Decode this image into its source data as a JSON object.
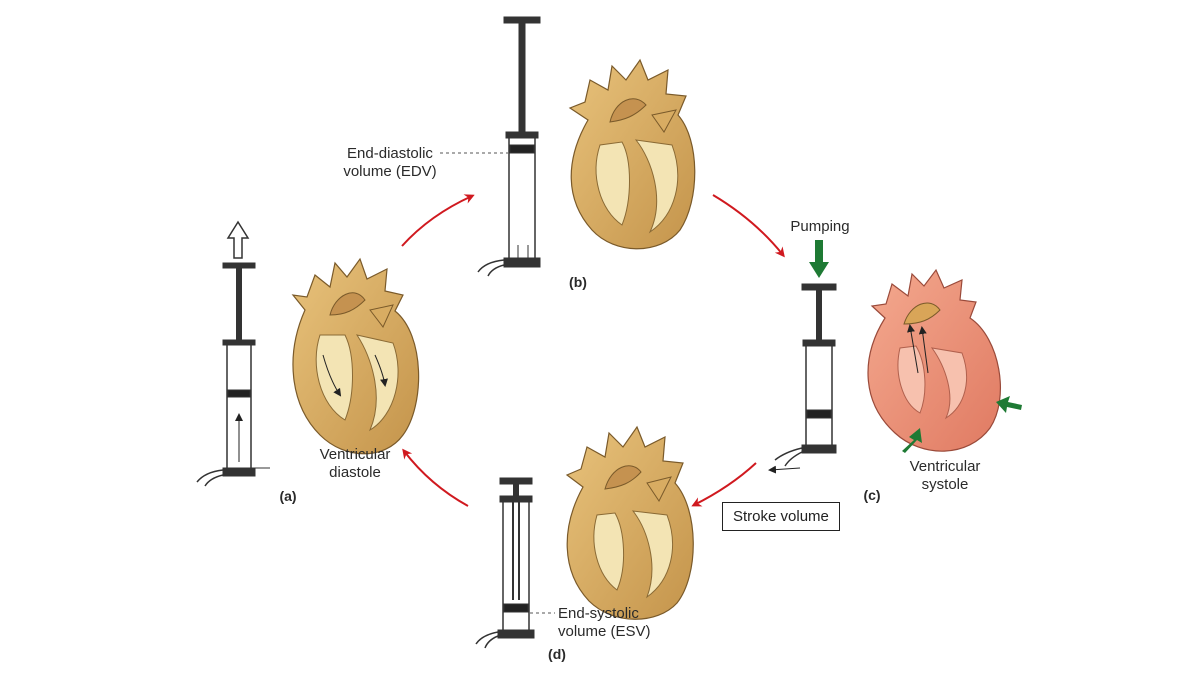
{
  "stages": {
    "a": {
      "tag": "(a)",
      "label_line1": "Ventricular",
      "label_line2": "diastole"
    },
    "b": {
      "tag": "(b)",
      "label_line1": "End-diastolic",
      "label_line2": "volume (EDV)"
    },
    "c": {
      "tag": "(c)",
      "label_line1": "Ventricular",
      "label_line2": "systole",
      "pumping": "Pumping"
    },
    "d": {
      "tag": "(d)",
      "label_line1": "End-systolic",
      "label_line2": "volume (ESV)"
    }
  },
  "stroke_volume": "Stroke volume",
  "colors": {
    "cycle_arrow": "#d0191f",
    "force_arrow": "#1e7a34",
    "heart_wall": "#d9b06a",
    "heart_chamber": "#f3e4b4",
    "heart_contracted": "#ee9077",
    "syringe": "#333333"
  }
}
